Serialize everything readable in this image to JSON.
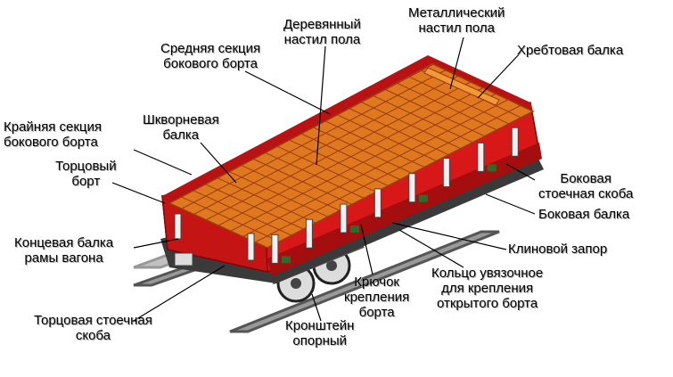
{
  "colors": {
    "side_red": "#d81818",
    "side_dark": "#a40e0e",
    "deck_orange": "#e07820",
    "deck_light": "#f09a3a",
    "grid": "#9a3c0c",
    "frame_dark": "#3a3a3a",
    "stake_white": "#f0f0f0",
    "bracket_green": "#2e6b2a",
    "leader": "#000000"
  },
  "labels": {
    "wooden_floor": "Деревянный\nнастил пола",
    "metal_floor": "Металлический\nнастил пола",
    "middle_side": "Средняя секция\nбокового борта",
    "center_sill": "Хребтовая балка",
    "outer_side": "Крайняя секция\nбокового борта",
    "bolster": "Шкворневая\nбалка",
    "end_board": "Торцовый\nборт",
    "side_stake": "Боковая\nстоечная скоба",
    "side_beam": "Боковая балка",
    "end_beam": "Концевая балка\nрамы вагона",
    "wedge_lock": "Клиновой запор",
    "hook": "Крючок\nкрепления\nборта",
    "ring": "Кольцо увязочное\nдля крепления\nоткрытого борта",
    "end_stake": "Торцовая стоечная\nскоба",
    "support_bracket": "Кронштейн\nопорный"
  }
}
